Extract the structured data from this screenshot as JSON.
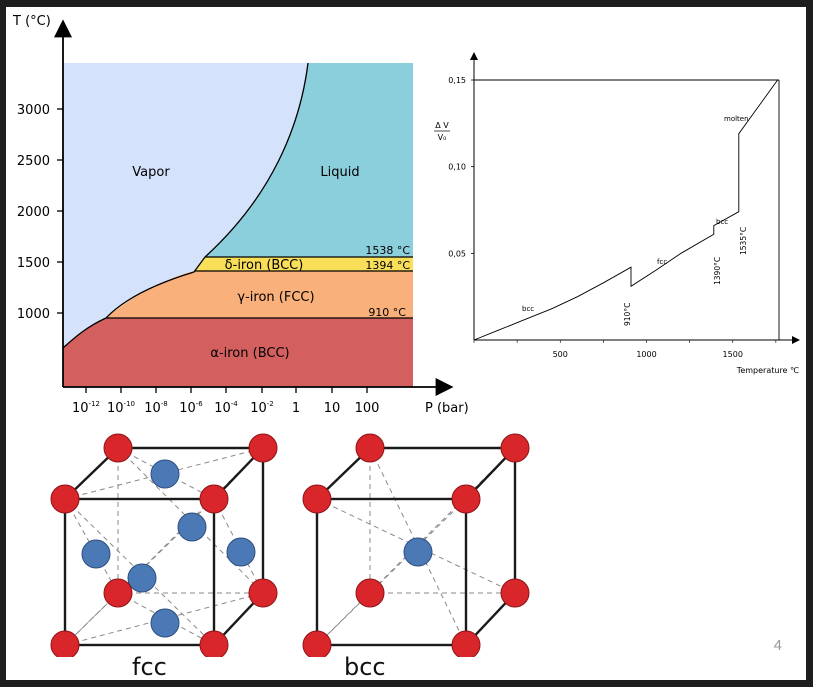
{
  "slide": {
    "page_number": "4"
  },
  "chart_data": [
    {
      "type": "area",
      "ylabel": "T (°C)",
      "xlabel": "P (bar)",
      "yticks": [
        "1000",
        "1500",
        "2000",
        "2500",
        "3000"
      ],
      "xticks": [
        {
          "base": "10",
          "exp": "-12"
        },
        {
          "base": "10",
          "exp": "-10"
        },
        {
          "base": "10",
          "exp": "-8"
        },
        {
          "base": "10",
          "exp": "-6"
        },
        {
          "base": "10",
          "exp": "-4"
        },
        {
          "base": "10",
          "exp": "-2"
        },
        {
          "base": "1",
          "exp": ""
        },
        {
          "base": "10",
          "exp": ""
        },
        {
          "base": "100",
          "exp": ""
        }
      ],
      "regions": [
        {
          "name": "Vapor",
          "color": "#d5e2fb"
        },
        {
          "name": "Liquid",
          "color": "#8ccfdc"
        },
        {
          "name": "δ-iron (BCC)",
          "color": "#f9de5a"
        },
        {
          "name": "γ-iron (FCC)",
          "color": "#f9b07b"
        },
        {
          "name": "α-iron (BCC)",
          "color": "#d35f5f"
        }
      ],
      "annotations": [
        "1538 °C",
        "1394 °C",
        "910 °C"
      ]
    },
    {
      "type": "line",
      "ylabel_top": "Δ V",
      "ylabel_bottom": "V₀",
      "xlabel": "Temperature ℃",
      "yticks": [
        "0,05",
        "0,10",
        "0,15"
      ],
      "xticks": [
        "500",
        "1000",
        "1500"
      ],
      "ylim": [
        0,
        0.15
      ],
      "xlim": [
        0,
        1800
      ],
      "phase_labels": [
        "bcc",
        "fcc",
        "bcc",
        "molten"
      ],
      "transition_labels": [
        "910°C",
        "1390°C",
        "1535°C"
      ],
      "series": [
        {
          "x": [
            0,
            150,
            300,
            450,
            600,
            750,
            910,
            910,
            1050,
            1200,
            1390,
            1390,
            1535,
            1535,
            1760
          ],
          "y": [
            0.0,
            0.006,
            0.012,
            0.018,
            0.025,
            0.033,
            0.042,
            0.031,
            0.04,
            0.05,
            0.061,
            0.066,
            0.074,
            0.119,
            0.15
          ]
        }
      ]
    }
  ],
  "structures": [
    {
      "caption": "fcc"
    },
    {
      "caption": "bcc"
    }
  ],
  "colors": {
    "corner_atom": "#d8262a",
    "center_atom": "#4b79b5"
  }
}
